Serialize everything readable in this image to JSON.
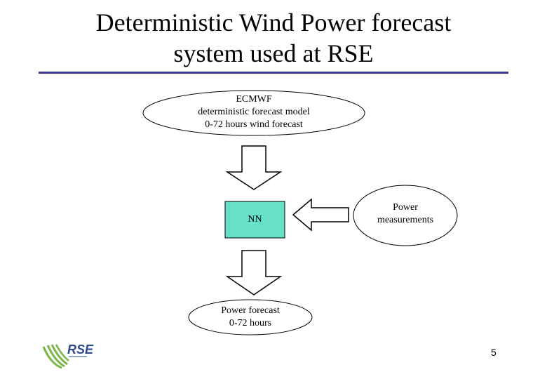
{
  "title": {
    "line1": "Deterministic Wind Power forecast",
    "line2": "system used at RSE"
  },
  "nodes": {
    "ecmwf": {
      "line1": "ECMWF",
      "line2": "deterministic forecast model",
      "line3": "0-72 hours wind forecast"
    },
    "nn": {
      "label": "NN"
    },
    "power_measurements": {
      "line1": "Power",
      "line2": "measurements"
    },
    "power_forecast": {
      "line1": "Power forecast",
      "line2": "0-72 hours"
    }
  },
  "logo": {
    "text": "RSE"
  },
  "page_number": "5",
  "colors": {
    "title_rule": "#3a3a8c",
    "nn_fill": "#66e0c8",
    "logo_green": "#7ab648",
    "logo_blue": "#2e4a8c"
  },
  "icons": {
    "arrow_down": "hollow-arrow-down-icon",
    "arrow_left": "hollow-arrow-left-icon"
  }
}
